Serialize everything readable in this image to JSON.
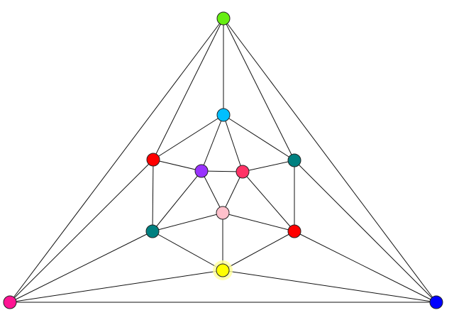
{
  "graph": {
    "nodes": [
      {
        "id": "top",
        "color": "#66ee11"
      },
      {
        "id": "upper-center",
        "color": "#00bfff"
      },
      {
        "id": "upper-left",
        "color": "#ff0000"
      },
      {
        "id": "upper-right",
        "color": "#008080"
      },
      {
        "id": "inner-left",
        "color": "#9933ff"
      },
      {
        "id": "inner-right",
        "color": "#ff3366"
      },
      {
        "id": "inner-bottom",
        "color": "#ffc0cb"
      },
      {
        "id": "lower-left",
        "color": "#008080"
      },
      {
        "id": "lower-right",
        "color": "#ff0000"
      },
      {
        "id": "bottom-center",
        "color": "#ffff00",
        "highlighted": true
      },
      {
        "id": "bottom-left",
        "color": "#ff1493"
      },
      {
        "id": "bottom-right",
        "color": "#0000ff"
      }
    ],
    "edges": [
      [
        "top",
        "upper-center"
      ],
      [
        "top",
        "upper-left"
      ],
      [
        "top",
        "upper-right"
      ],
      [
        "top",
        "bottom-left"
      ],
      [
        "top",
        "bottom-right"
      ],
      [
        "upper-center",
        "upper-left"
      ],
      [
        "upper-center",
        "upper-right"
      ],
      [
        "upper-center",
        "inner-left"
      ],
      [
        "upper-center",
        "inner-right"
      ],
      [
        "upper-left",
        "inner-left"
      ],
      [
        "upper-left",
        "lower-left"
      ],
      [
        "upper-left",
        "bottom-left"
      ],
      [
        "upper-right",
        "inner-right"
      ],
      [
        "upper-right",
        "lower-right"
      ],
      [
        "upper-right",
        "bottom-right"
      ],
      [
        "inner-left",
        "inner-right"
      ],
      [
        "inner-left",
        "inner-bottom"
      ],
      [
        "inner-left",
        "lower-left"
      ],
      [
        "inner-right",
        "inner-bottom"
      ],
      [
        "inner-right",
        "lower-right"
      ],
      [
        "inner-bottom",
        "lower-left"
      ],
      [
        "inner-bottom",
        "lower-right"
      ],
      [
        "inner-bottom",
        "bottom-center"
      ],
      [
        "lower-left",
        "bottom-center"
      ],
      [
        "lower-left",
        "bottom-left"
      ],
      [
        "lower-right",
        "bottom-center"
      ],
      [
        "lower-right",
        "bottom-right"
      ],
      [
        "bottom-center",
        "bottom-left"
      ],
      [
        "bottom-center",
        "bottom-right"
      ],
      [
        "bottom-left",
        "bottom-right"
      ]
    ],
    "highlight_color": "#ffff99"
  }
}
